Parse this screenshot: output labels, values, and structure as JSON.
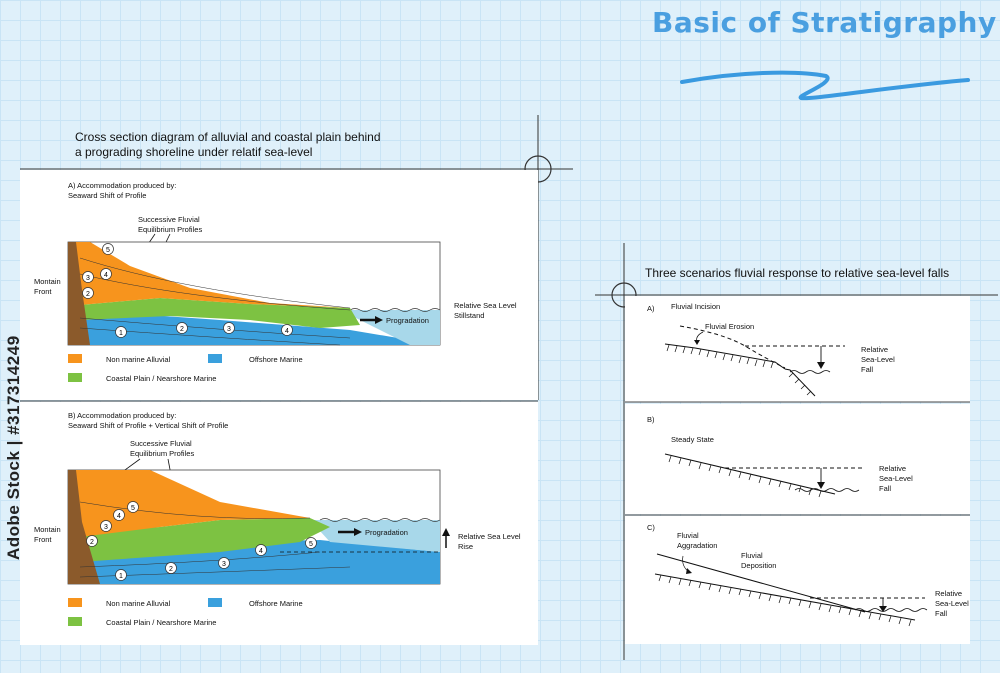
{
  "title": "Basic of Stratigraphy",
  "left_heading": "Cross section diagram of alluvial and coastal plain behind a prograding shoreline under relatif sea-level",
  "left_heading_line1": "Cross section diagram of alluvial and coastal plain behind",
  "left_heading_line2": "a prograding shoreline under relatif sea-level",
  "right_heading": "Three scenarios fluvial response to relative sea-level falls",
  "panel_a": {
    "label_line1": "A) Accommodation produced by:",
    "label_line2": "Seaward Shift of Profile",
    "profiles_line1": "Successive Fluvial",
    "profiles_line2": "Equilibrium Profiles",
    "front_line1": "Montain",
    "front_line2": "Front",
    "sea_line1": "Relative Sea Level",
    "sea_line2": "Stillstand",
    "progradation": "Progradation",
    "upper_numbers": [
      "5",
      "4",
      "3",
      "2"
    ],
    "lower_numbers": [
      "1",
      "2",
      "3",
      "4"
    ]
  },
  "panel_b": {
    "label_line1": "B) Accommodation produced by:",
    "label_line2": "Seaward Shift of Profile + Vertical Shift of Profile",
    "profiles_line1": "Successive Fluvial",
    "profiles_line2": "Equilibrium Profiles",
    "front_line1": "Montain",
    "front_line2": "Front",
    "sea_line1": "Relative Sea Level",
    "sea_line2": "Rise",
    "progradation": "Progradation",
    "upper_numbers": [
      "5",
      "4",
      "3",
      "2"
    ],
    "lower_numbers": [
      "1",
      "2",
      "3",
      "4",
      "5"
    ]
  },
  "legend": {
    "non_marine": "Non marine Alluvial",
    "offshore": "Offshore Marine",
    "coastal": "Coastal Plain / Nearshore Marine"
  },
  "scenario_a": {
    "label": "A)",
    "incision": "Fluvial Incision",
    "erosion": "Fluvial Erosion",
    "fall_line1": "Relative",
    "fall_line2": "Sea-Level",
    "fall_line3": "Fall"
  },
  "scenario_b": {
    "label": "B)",
    "steady": "Steady State",
    "fall_line1": "Relative",
    "fall_line2": "Sea-Level",
    "fall_line3": "Fall"
  },
  "scenario_c": {
    "label": "C)",
    "aggradation_line1": "Fluvial",
    "aggradation_line2": "Aggradation",
    "deposition_line1": "Fluvial",
    "deposition_line2": "Deposition",
    "fall_line1": "Relative",
    "fall_line2": "Sea-Level",
    "fall_line3": "Fall"
  },
  "watermark": "Adobe Stock | #317314249",
  "colors": {
    "alluvial": "#f7941d",
    "coastal": "#7dc242",
    "offshore": "#3aa0dd",
    "sea": "#a8d8ea",
    "mountain": "#8b5a2b",
    "title": "#4a9fe0"
  }
}
